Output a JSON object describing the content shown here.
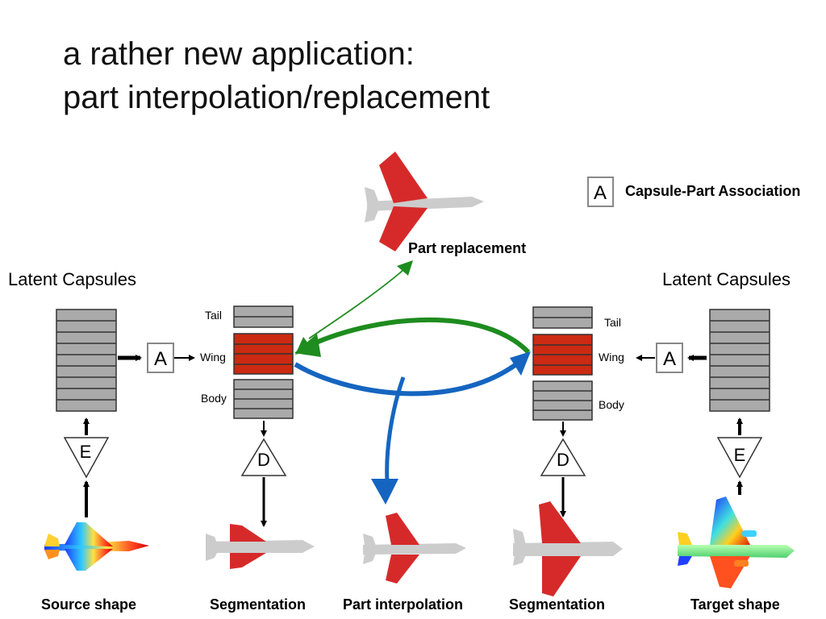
{
  "slide": {
    "title_line1": "a rather new application:",
    "title_line2": "part interpolation/replacement"
  },
  "legend": {
    "box_letter": "A",
    "text": "Capsule-Part Association"
  },
  "captions": {
    "part_replacement": "Part replacement",
    "latent_left": "Latent Capsules",
    "latent_right": "Latent Capsules",
    "source": "Source shape",
    "seg_left": "Segmentation",
    "interp": "Part interpolation",
    "seg_right": "Segmentation",
    "target": "Target shape"
  },
  "parts": {
    "tail": "Tail",
    "wing": "Wing",
    "body": "Body"
  },
  "blocks": {
    "assoc": "A",
    "encoder": "E",
    "decoder": "D"
  },
  "colors": {
    "capsule_gray": "#aaaaaa",
    "capsule_red": "#cc2a12",
    "green_arrow": "#1e8c1e",
    "blue_arrow": "#1565c0",
    "plane_gray": "#cccccc",
    "plane_red": "#d62a2a"
  }
}
